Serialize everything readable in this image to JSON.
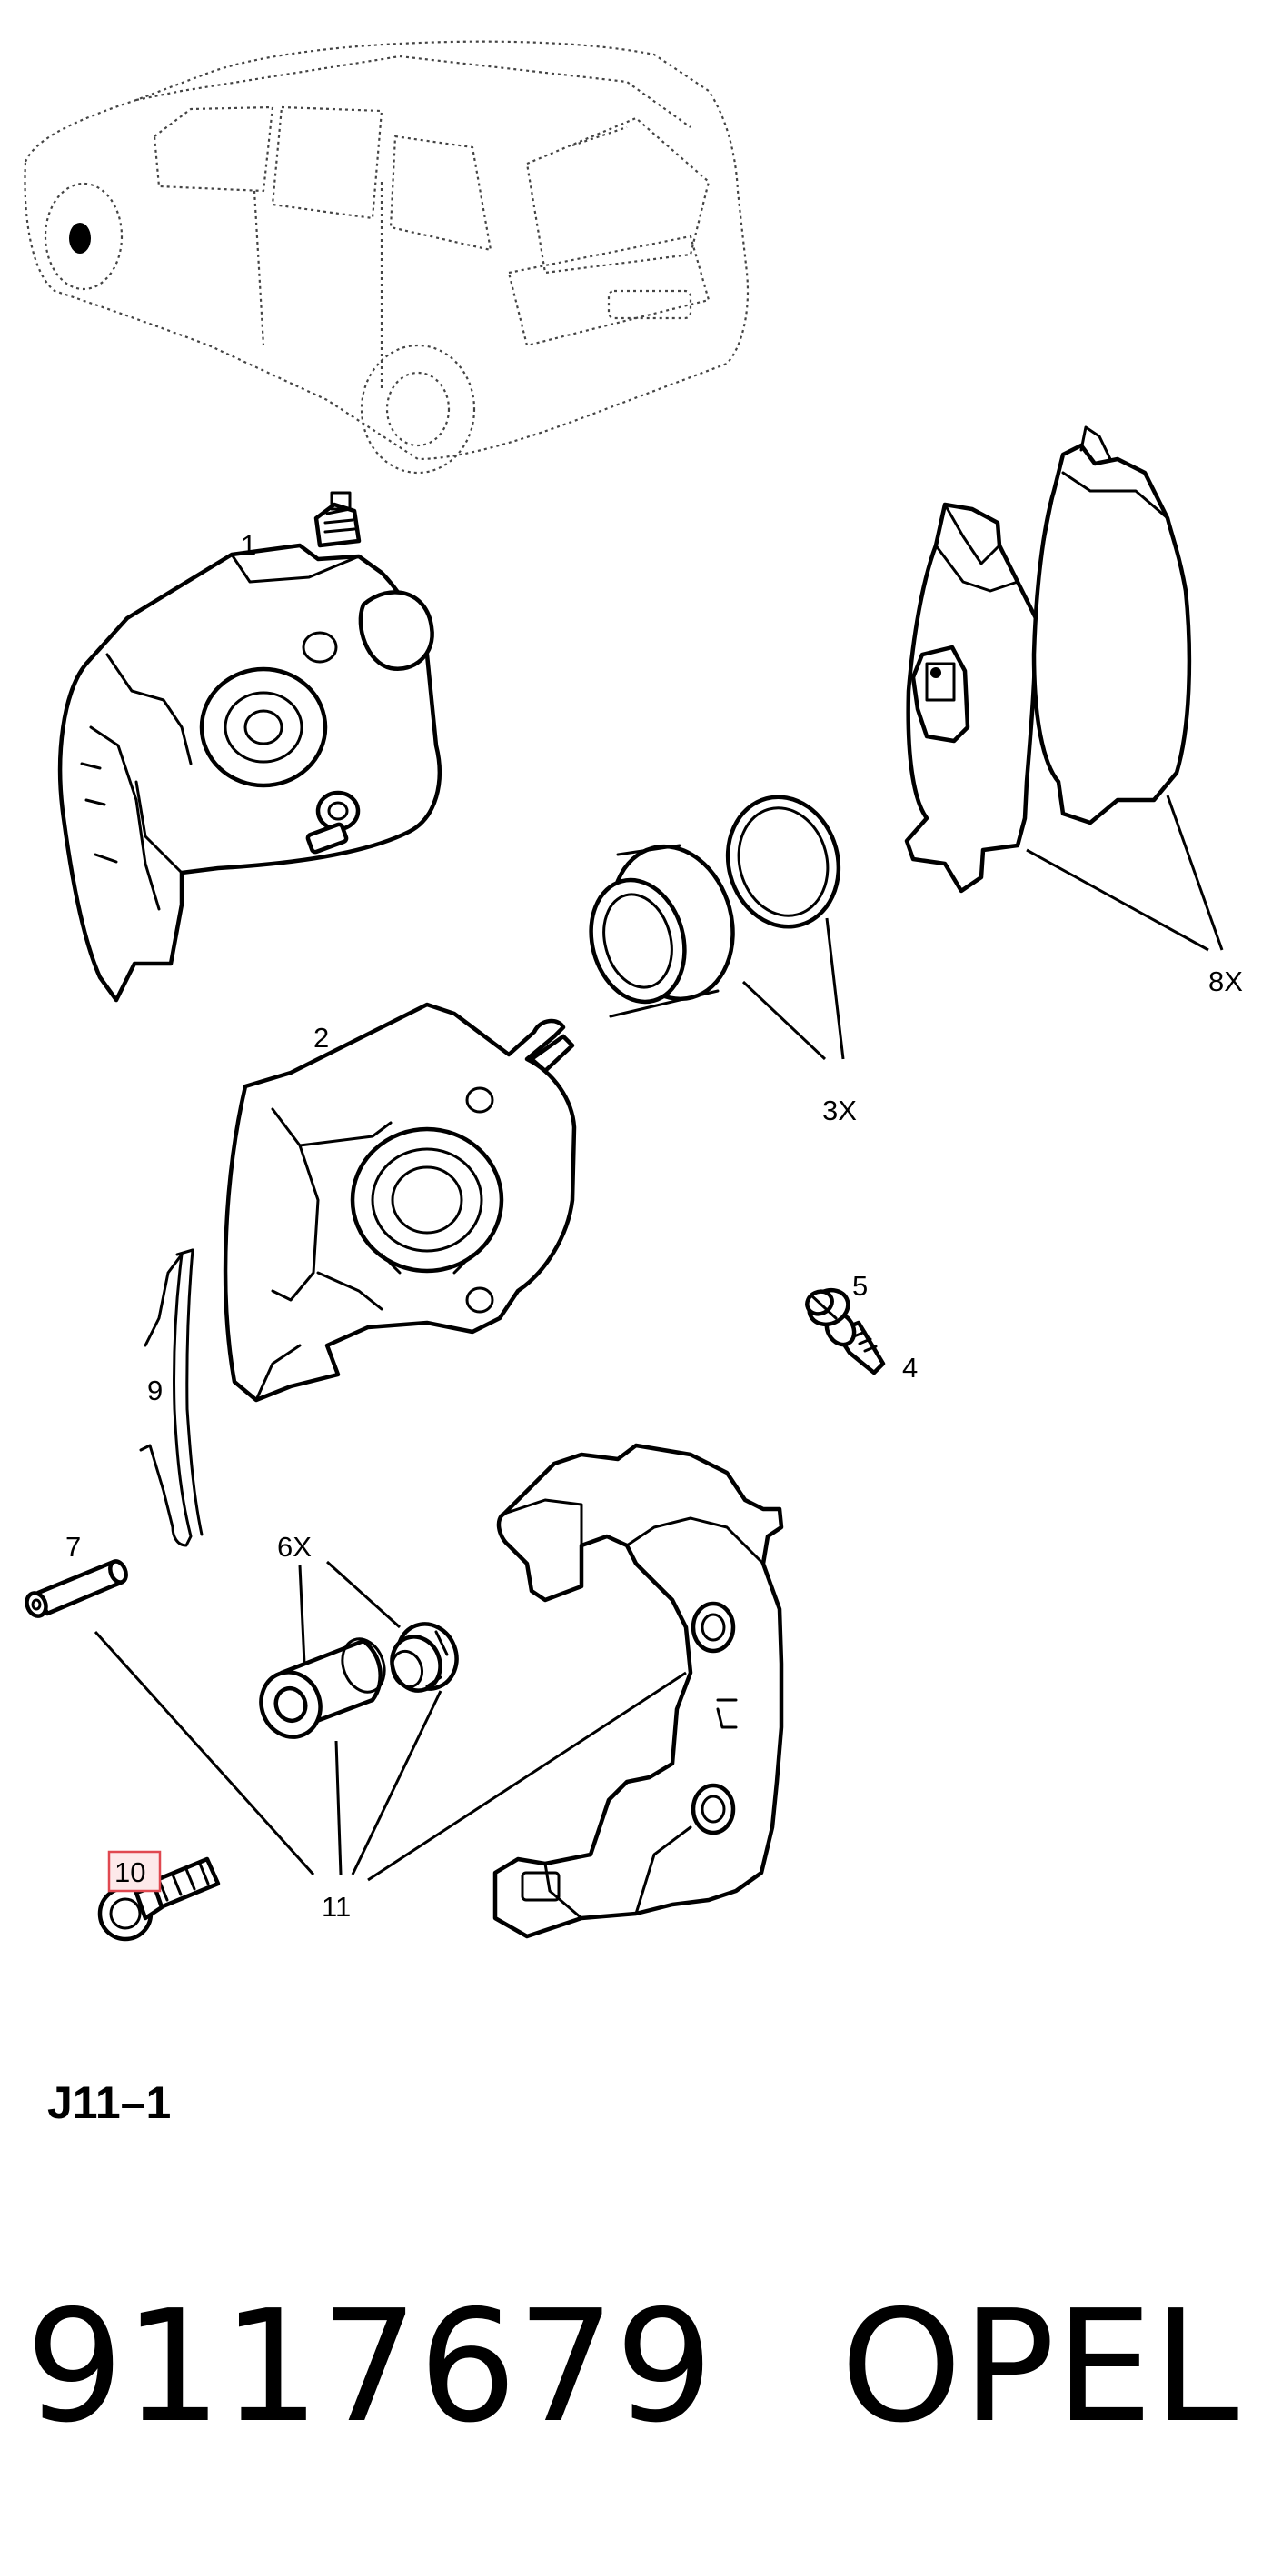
{
  "callouts": [
    {
      "id": "1",
      "label": "1"
    },
    {
      "id": "2",
      "label": "2"
    },
    {
      "id": "3X",
      "label": "3X"
    },
    {
      "id": "4",
      "label": "4"
    },
    {
      "id": "5",
      "label": "5"
    },
    {
      "id": "6X",
      "label": "6X"
    },
    {
      "id": "7",
      "label": "7"
    },
    {
      "id": "8X",
      "label": "8X"
    },
    {
      "id": "9",
      "label": "9"
    },
    {
      "id": "10",
      "label": "10",
      "highlighted": true
    },
    {
      "id": "11",
      "label": "11"
    }
  ],
  "page_code": "J11–1",
  "part_number": "9117679",
  "brand": "OPEL",
  "colors": {
    "ink": "#000000",
    "highlight_border": "#e04850",
    "highlight_fill": "#fde9ea",
    "background": "#ffffff"
  }
}
